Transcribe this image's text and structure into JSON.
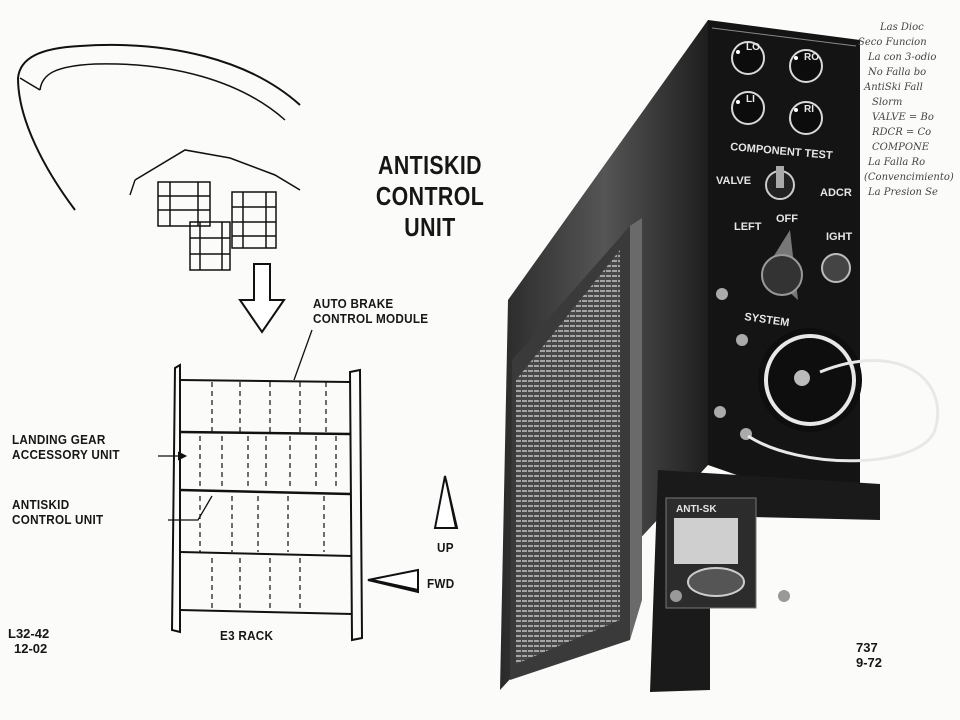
{
  "title": {
    "line1": "ANTISKID",
    "line2": "CONTROL UNIT"
  },
  "callouts": {
    "auto_brake": {
      "line1": "AUTO BRAKE",
      "line2": "CONTROL MODULE"
    },
    "landing_gear": {
      "line1": "LANDING GEAR",
      "line2": "ACCESSORY UNIT"
    },
    "antiskid": {
      "line1": "ANTISKID",
      "line2": "CONTROL UNIT"
    }
  },
  "rack_label": "E3 RACK",
  "directions": {
    "up": "UP",
    "fwd": "FWD"
  },
  "figure_code": {
    "line1": "L32-42",
    "line2": "12-02"
  },
  "model_code": {
    "line1": "737",
    "line2": "9-72"
  },
  "panel": {
    "knob_labels": [
      "LO",
      "RO",
      "LI",
      "RI"
    ],
    "component_test": "COMPONENT TEST",
    "valve": "VALVE",
    "adcr": "ADCR",
    "off": "OFF",
    "left": "LEFT",
    "right": "IGHT",
    "system": "SYSTEM",
    "plate": "ANTI-SK"
  },
  "handwritten_notes": [
    "Las Dioc",
    "Seco Funcion",
    "La con 3-odio",
    "No Falla bo",
    "AntiSki Fall",
    "Slorm",
    "VALVE = Bo",
    "RDCR = Co",
    "COMPONE",
    "La Falla Ro",
    "(Convencimiento)",
    "La Presion Se"
  ]
}
